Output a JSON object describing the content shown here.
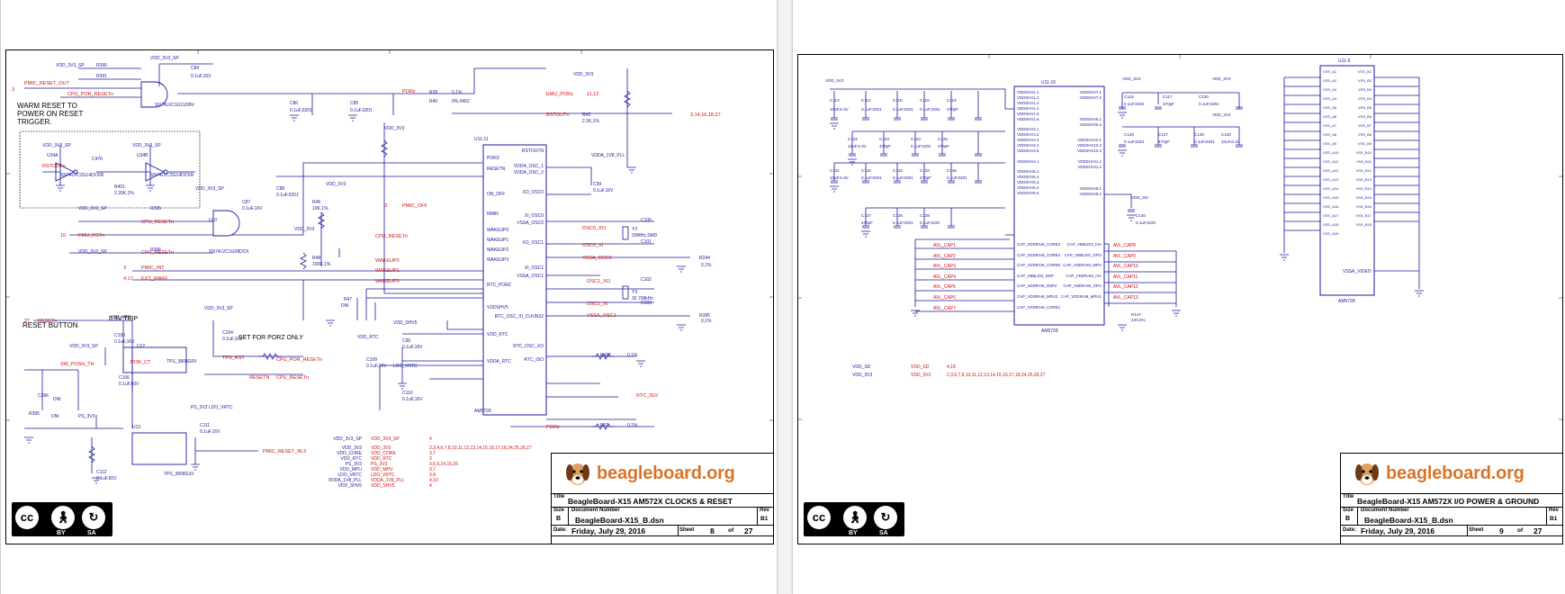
{
  "pages": [
    {
      "brand": "beagleboard.org",
      "title_label": "Title",
      "title": "BeagleBoard-X15 AM572X CLOCKS & RESET",
      "size_label": "Size",
      "size": "B",
      "docnum_label": "Document Number",
      "docnum": "BeagleBoard-X15_B.dsn",
      "rev_label": "Rev",
      "rev": "B1",
      "date_label": "Date:",
      "date": "Friday, July 29, 2016",
      "sheet_label": "Sheet",
      "sheet": "8",
      "of_label": "of",
      "of": "27",
      "notes": [
        "WARM RESET TO",
        "POWER ON RESET",
        "TRIGGER."
      ],
      "reset_button": "RESET BUTTON",
      "trip": "0.9V TRIP",
      "porz_note": "SET FOR PORZ ONLY",
      "ic_label": "U11-11",
      "ic_part": "AM5728",
      "ic_pins_left": [
        "PORZ",
        "RESETN",
        "ON_OFF",
        "NMIN",
        "WAKEUP0",
        "WAKEUP1",
        "WAKEUP2",
        "WAKEUP3",
        "RTC_PORZ",
        "VDDSHV5",
        "VDD_RTC",
        "VDDA_RTC"
      ],
      "ic_pins_right": [
        "RSTOUTN",
        "VDDA_OSC_1",
        "VDDA_OSC_2",
        "XO_OSC0",
        "XI_OSC0",
        "VSSA_OSC0",
        "XO_OSC1",
        "XI_OSC1",
        "VSSA_OSC1",
        "RTC_OSC_XI_CLKIN32",
        "RTC_OSC_XO",
        "RTC_ISO"
      ],
      "nets": [
        "VDD_3V3_SP",
        "PMIC_RESET_OUT",
        "CPU_POR_RESETn",
        "PORz",
        "EMU_RSTn",
        "EXT_WAKE",
        "PMIC_INT",
        "RSTOUTn",
        "VDD_MPU",
        "RESETn",
        "PS_3V3",
        "LDO_VRTC",
        "VDDA_1V8_PLL",
        "VDDSHV5",
        "VDD_RTC"
      ],
      "cc": [
        "BY",
        "SA"
      ]
    },
    {
      "brand": "beagleboard.org",
      "title_label": "Title",
      "title": "BeagleBoard-X15 AM572X I/O POWER & GROUND",
      "size_label": "Size",
      "size": "B",
      "docnum_label": "Document Number",
      "docnum": "BeagleBoard-X15_B.dsn",
      "rev_label": "Rev",
      "rev": "B1",
      "date_label": "Date:",
      "date": "Friday, July 29, 2016",
      "sheet_label": "Sheet",
      "sheet": "9",
      "of_label": "of",
      "of": "27",
      "ic1_label": "U11-16",
      "ic1_part": "AM5728",
      "ic1_pins_left": [
        "VDDSHV1.1",
        "VDDSHV1.2",
        "VDDSHV1.3",
        "VDDSHV1.4",
        "VDDSHV1.5",
        "VDDSHV1.6",
        "VDDSHV3.1",
        "VDDSHV3.2",
        "VDDSHV3.3",
        "VDDSHV3.4",
        "VDDSHV3.5",
        "VDDSHV4.1",
        "VDDSHV5.1",
        "VDDSHV5.2",
        "VDDSHV5.3",
        "VDDSHV5.4",
        "VDDSHV5.5"
      ],
      "ic1_pins_right": [
        "VDDSHV7.1",
        "VDDSHV7.2",
        "VDDSHV6.1",
        "VDDSHV6.2",
        "VDDSHV10.1",
        "VDDSHV10.2",
        "VDDSHV10.3",
        "VDDSHV11.1",
        "VDDSHV11.2",
        "VDDSHV8.1",
        "VDDSHV8.2"
      ],
      "ic1_caps": [
        "CAP_VDDRAM_CORE3",
        "CAP_VDDRAM_CORE4",
        "CAP_VDDRAM_CORE5",
        "CAP_VBBLDO_DSP",
        "CAP_VDDRAM_DSP2",
        "CAP_VDDRAM_MPU2",
        "CAP_VDDRAM_CORE1"
      ],
      "ic1_caps_right": [
        "CAP_VBBLDO_IVA",
        "CAP_VBBLDO_GPU",
        "CAP_VDDRAM_MPU",
        "CAP_VDDRAM_IVA",
        "CAP_VDDRAM_GPU",
        "CAP_VDDRAM_MPU1"
      ],
      "ic2_label": "U11-9",
      "ic2_part": "AM5728",
      "ic2_vssa": "VSSA_VIDEO",
      "nets": [
        "VDD_3V3",
        "VDD_SD",
        "VDD_3V3"
      ],
      "net_refs": [
        "4,18",
        "2,3,6,7,8,10,11,12,13,14,15,16,17,18,24,25,26,27"
      ],
      "cc": [
        "BY",
        "SA"
      ]
    }
  ]
}
